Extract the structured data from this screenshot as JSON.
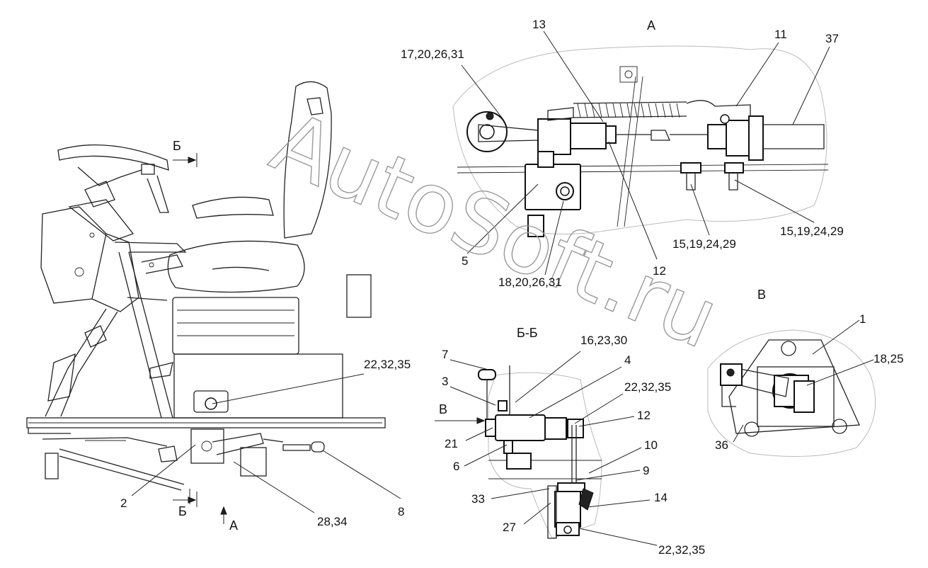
{
  "views": {
    "main": {
      "section_mark_top": "Б",
      "section_mark_bottom": "Б",
      "view_arrow": "А"
    },
    "detail_a": {
      "title": "А"
    },
    "section_bb": {
      "title": "Б-Б",
      "view_arrow": "В"
    },
    "view_v": {
      "title": "В"
    }
  },
  "callouts": {
    "main": [
      "22,32,35",
      "2",
      "28,34",
      "8"
    ],
    "detail_a": [
      "17,20,26,31",
      "13",
      "11",
      "37",
      "5",
      "18,20,26,31",
      "12",
      "15,19,24,29",
      "15,19,24,29"
    ],
    "section_bb": [
      "7",
      "3",
      "16,23,30",
      "4",
      "22,32,35",
      "12",
      "21",
      "6",
      "10",
      "9",
      "33",
      "14",
      "27",
      "22,32,35"
    ],
    "view_v": [
      "1",
      "18,25",
      "36"
    ]
  },
  "watermark": "AutoSoft.ru"
}
